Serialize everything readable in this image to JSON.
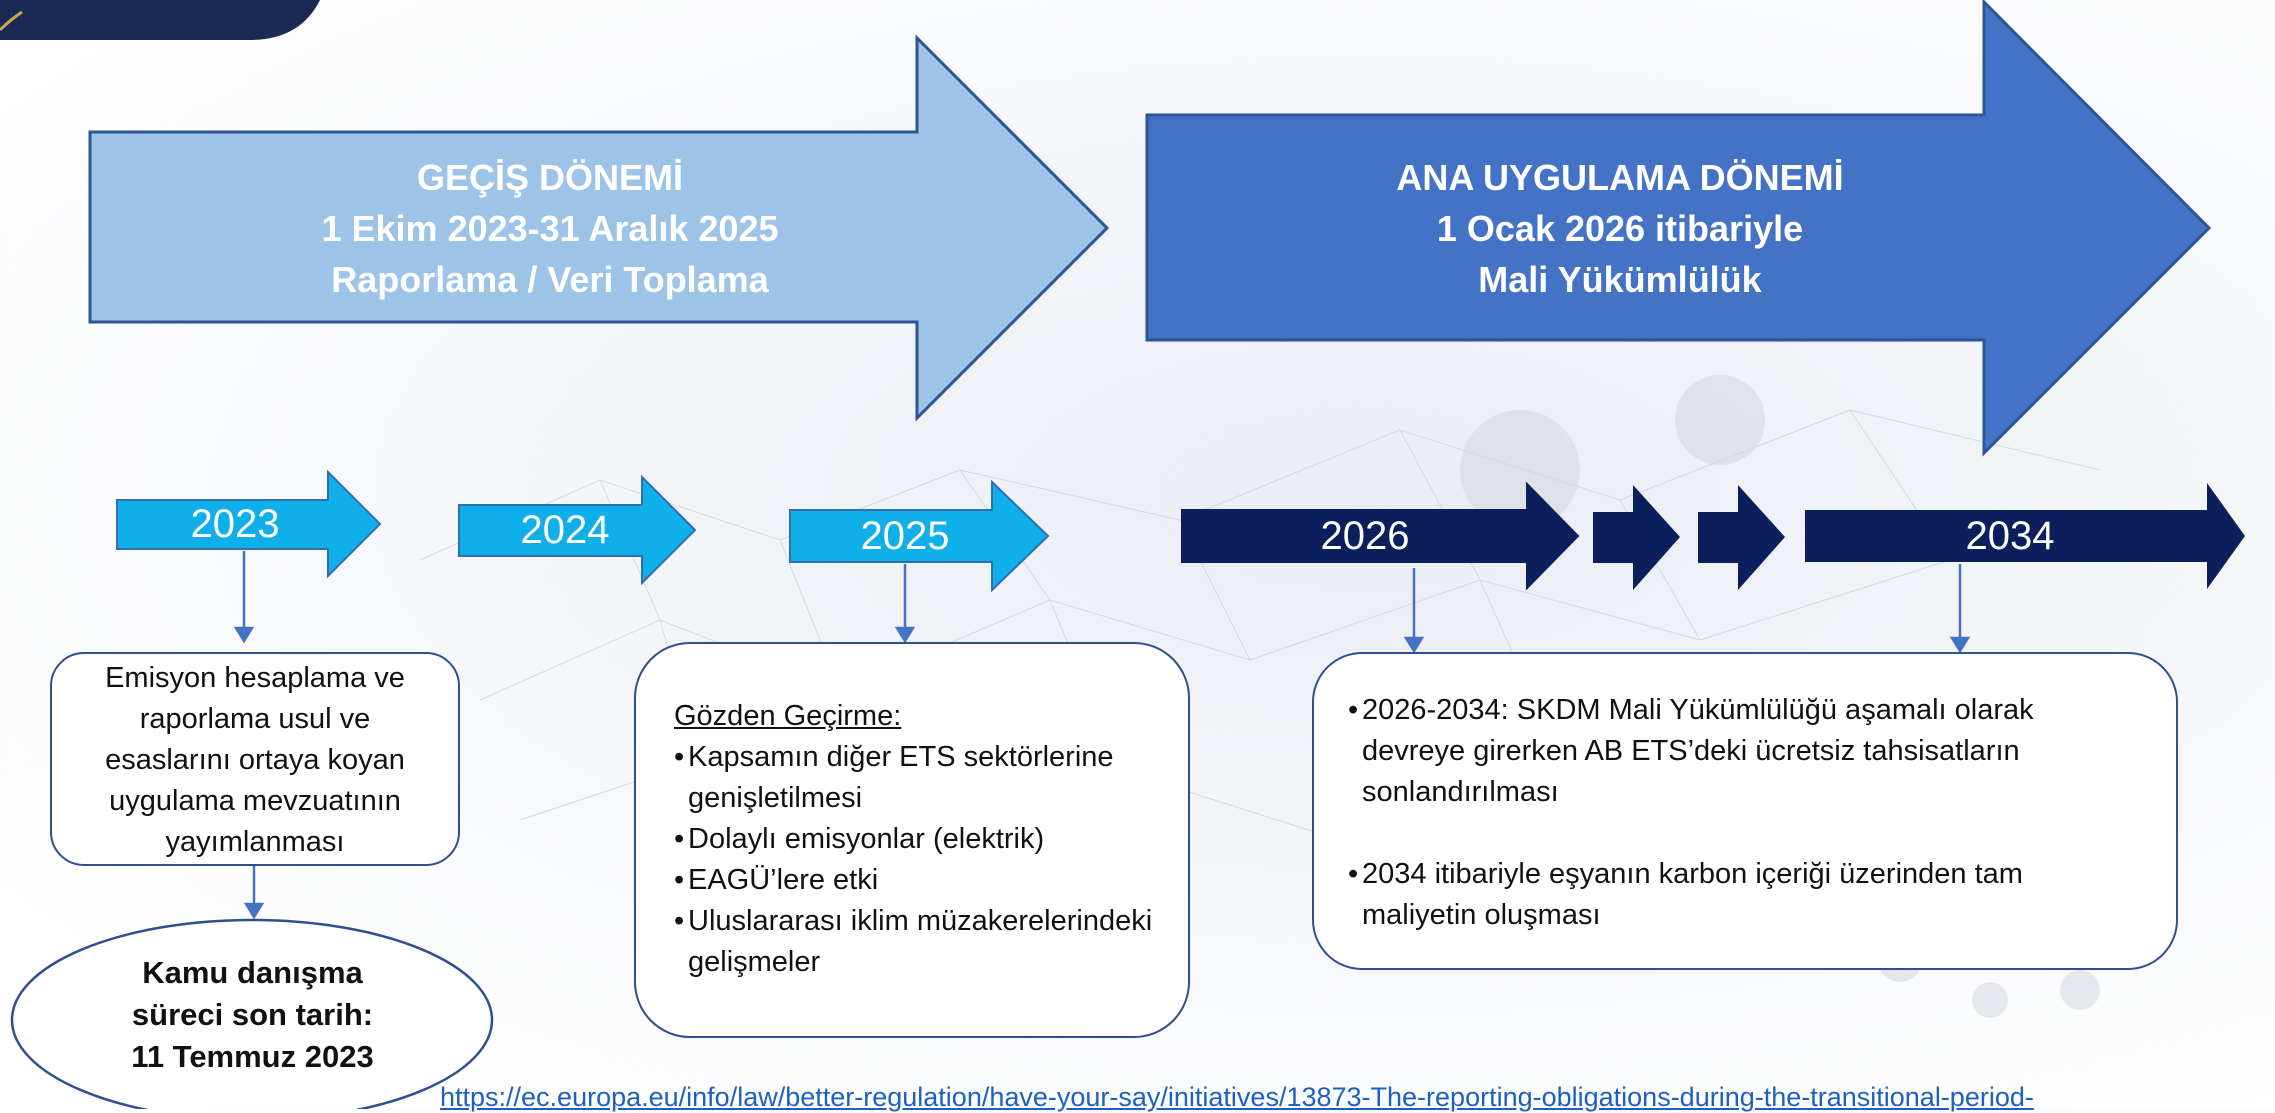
{
  "transition_period": {
    "title": "GEÇİŞ DÖNEMİ",
    "dates": "1 Ekim 2023-31 Aralık 2025",
    "subtitle": "Raporlama / Veri Toplama",
    "color": "#9dc3e6"
  },
  "main_period": {
    "title": "ANA UYGULAMA DÖNEMİ",
    "dates": "1 Ocak 2026 itibariyle",
    "subtitle": "Mali Yükümlülük",
    "color": "#4472c4"
  },
  "years": [
    "2023",
    "2024",
    "2025",
    "2026",
    "2034"
  ],
  "colors": {
    "light_arrow": "#0fb0ea",
    "dark_arrow": "#0b1f5c",
    "connector": "#4472c4"
  },
  "box_2023": {
    "lines": [
      "Emisyon hesaplama ve",
      "raporlama usul ve",
      "esaslarını ortaya koyan",
      "uygulama mevzuatının",
      "yayımlanması"
    ]
  },
  "consultation": {
    "lines": [
      "Kamu danışma",
      "süreci son tarih:",
      "11 Temmuz 2023"
    ]
  },
  "box_2025": {
    "heading": "Gözden Geçirme:",
    "items": [
      "Kapsamın diğer ETS sektörlerine genişletilmesi",
      "Dolaylı emisyonlar (elektrik)",
      "EAGÜ’lere etki",
      "Uluslararası iklim müzakerelerindeki gelişmeler"
    ]
  },
  "box_2026": {
    "items": [
      "2026-2034: SKDM Mali Yükümlülüğü aşamalı olarak devreye girerken AB ETS’deki ücretsiz tahsisatların sonlandırılması",
      "2034 itibariyle eşyanın karbon içeriği üzerinden tam maliyetin oluşması"
    ]
  },
  "source_url": "https://ec.europa.eu/info/law/better-regulation/have-your-say/initiatives/13873-The-reporting-obligations-during-the-transitional-period-"
}
